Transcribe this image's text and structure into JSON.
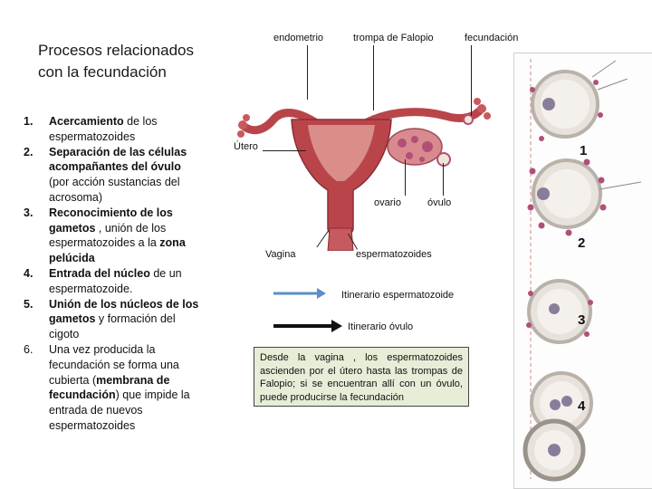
{
  "title": {
    "line1": "Procesos relacionados",
    "line2": "con la fecundación"
  },
  "steps": [
    {
      "num": "1.",
      "parts": [
        {
          "t": "Acercamiento",
          "b": true
        },
        {
          "t": " de los espermatozoides",
          "b": false
        }
      ]
    },
    {
      "num": "2.",
      "parts": [
        {
          "t": "Separación de las células acompañantes del óvulo",
          "b": true
        },
        {
          "t": " (por acción sustancias del acrosoma)",
          "b": false
        }
      ]
    },
    {
      "num": "3.",
      "parts": [
        {
          "t": "Reconocimiento de los gametos",
          "b": true
        },
        {
          "t": " , unión de los espermatozoides a la ",
          "b": false
        },
        {
          "t": "zona pelúcida",
          "b": true
        }
      ]
    },
    {
      "num": "4.",
      "parts": [
        {
          "t": "Entrada del núcleo",
          "b": true
        },
        {
          "t": " de un espermatozoide.",
          "b": false
        }
      ]
    },
    {
      "num": "5.",
      "parts": [
        {
          "t": "Unión de los núcleos de los gametos",
          "b": true
        },
        {
          "t": " y formación del cigoto",
          "b": false
        }
      ]
    },
    {
      "num": "6.",
      "parts": [
        {
          "t": "Una vez producida la fecundación se forma una cubierta (",
          "b": false
        },
        {
          "t": "membrana de fecundación",
          "b": true
        },
        {
          "t": ") que impide la entrada de nuevos espermatozoides",
          "b": false
        }
      ]
    }
  ],
  "labels": {
    "endometrio": "endometrio",
    "trompa": "trompa de Falopio",
    "fecundacion": "fecundación",
    "utero": "Útero",
    "ovario": "ovario",
    "ovulo": "óvulo",
    "vagina": "Vagina",
    "espermatozoides": "espermatozoides"
  },
  "legend": {
    "sperm_path": "Itinerario espermatozoide",
    "egg_path": "Itinerario óvulo",
    "sperm_color": "#5b8fc7",
    "egg_color": "#111111"
  },
  "info_text": "Desde la vagina , los espermatozoides ascienden por el útero hasta las trompas de Falopio; si se encuentran allí con un óvulo, puede producirse la fecundación",
  "cell_numbers": [
    "1",
    "2",
    "3",
    "4"
  ],
  "colors": {
    "uterus": "#b9454a",
    "uterus_inner": "#d98e8a",
    "cell_ring": "#b9b2aa",
    "zona": "#e8e2dc",
    "nucleus": "#8a7d9a",
    "follicle": "#b24f77",
    "info_bg": "#e6eed8"
  }
}
